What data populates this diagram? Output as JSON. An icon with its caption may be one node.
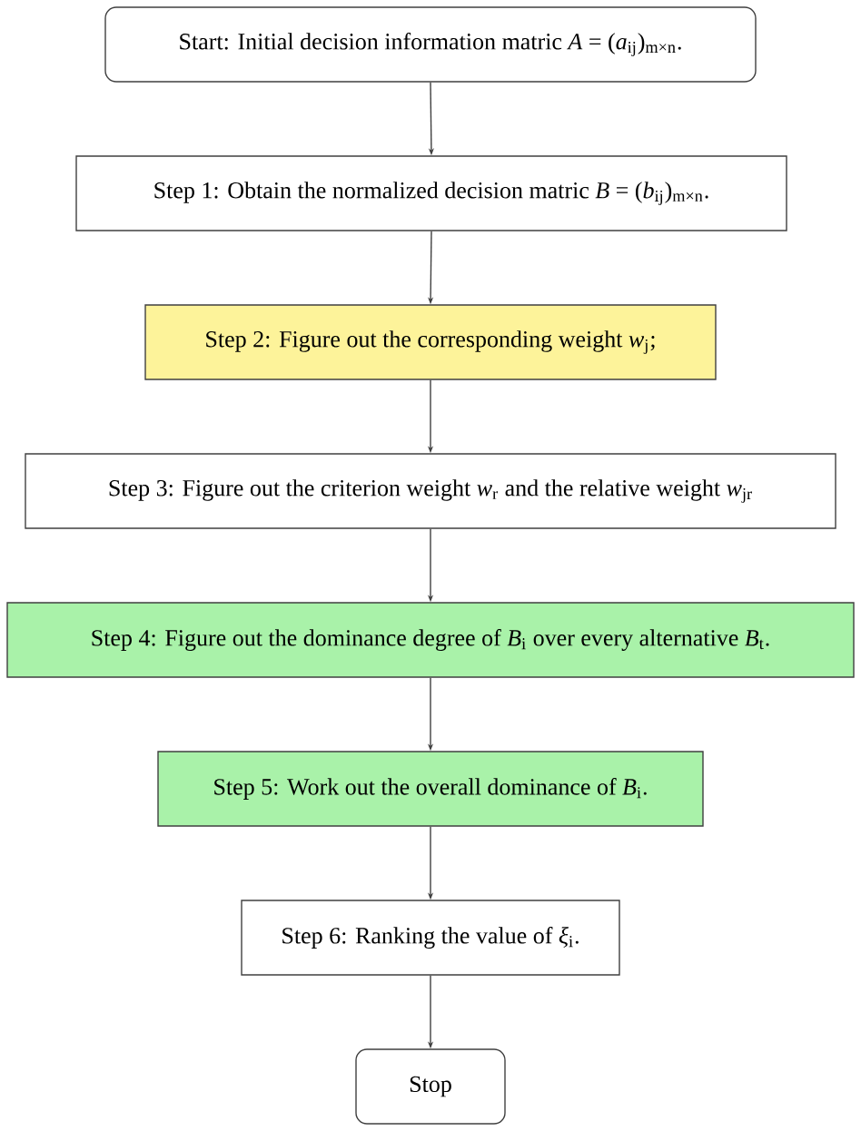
{
  "diagram": {
    "nodes": [
      {
        "text": [
          "Start: Initial decision information matric *A* = (*a*$_{ij}$)$_{m×n}$."
        ]
      },
      {
        "text": [
          "Step 1: Obtain the normalized decision matric *B* = (*b*$_{ij}$)$_{m×n}$."
        ]
      },
      {
        "text": [
          "Step 2: Figure out the corresponding weight *w*$_{j}$;"
        ]
      },
      {
        "text": [
          "Step 3: Figure out the criterion weight *w*$_{r}$ and the relative weight *w*$_{jr}$"
        ]
      },
      {
        "text": [
          "Step 4: Figure out the dominance degree of *B*$_{i}$ over every alternative *B*$_{t}$."
        ]
      },
      {
        "text": [
          "Step 5: Work out the overall dominance of *B*$_{i}$."
        ]
      },
      {
        "text": [
          "Step 6: Ranking the value of *ξ*$_{i}$."
        ]
      },
      {
        "text": [
          "Stop"
        ]
      }
    ],
    "edges": [
      {
        "from": 0,
        "to": 1,
        "arrow": "to"
      },
      {
        "from": 1,
        "to": 2,
        "arrow": "to"
      },
      {
        "from": 2,
        "to": 3,
        "arrow": "to"
      },
      {
        "from": 3,
        "to": 4,
        "arrow": "to"
      },
      {
        "from": 4,
        "to": 5,
        "arrow": "to"
      },
      {
        "from": 5,
        "to": 6,
        "arrow": "to"
      },
      {
        "from": 6,
        "to": 7,
        "arrow": "to"
      }
    ]
  }
}
